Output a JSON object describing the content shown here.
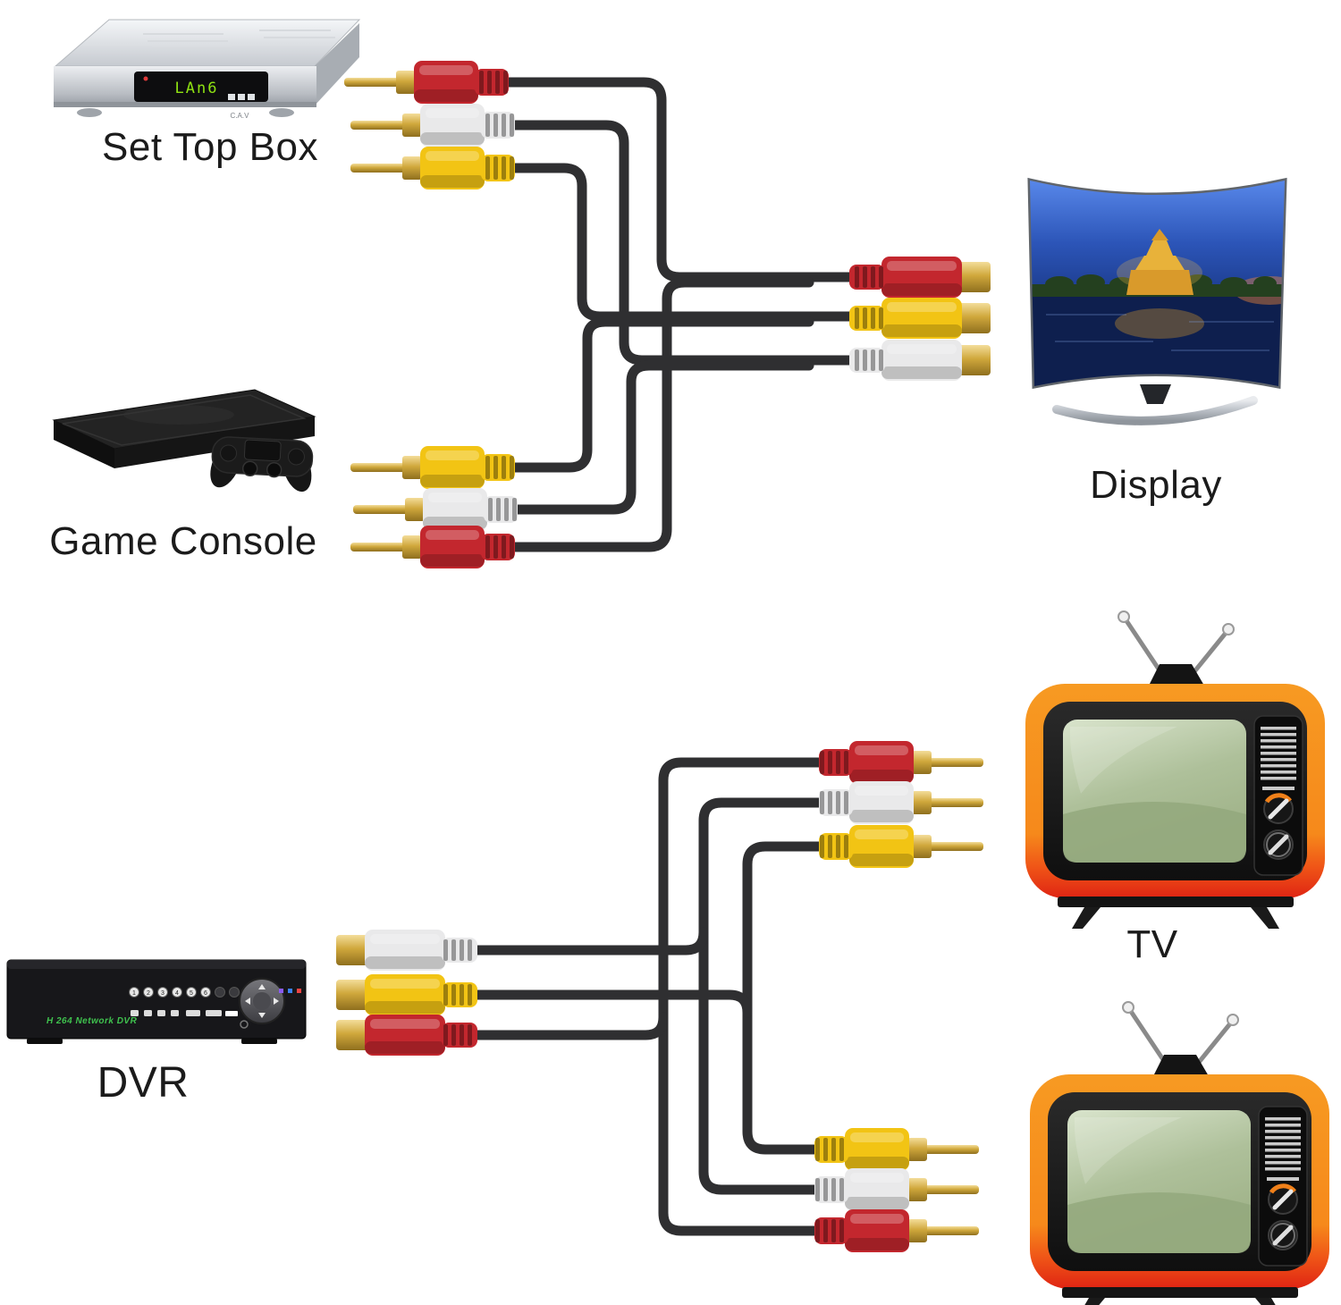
{
  "labels": {
    "set_top_box": "Set Top Box",
    "game_console": "Game Console",
    "display": "Display",
    "dvr": "DVR",
    "tv": "TV"
  },
  "set_top_box": {
    "led_text": "LAn6",
    "brand_text": "C.A.V"
  },
  "dvr_unit": {
    "panel_text": "H 264 Network DVR",
    "buttons": [
      "1",
      "2",
      "3",
      "4",
      "5",
      "6"
    ]
  },
  "connectors": {
    "set_top_box": {
      "type": "male",
      "order_top_to_bottom": [
        "red",
        "white",
        "yellow"
      ]
    },
    "display": {
      "type": "female",
      "order_top_to_bottom": [
        "red",
        "yellow",
        "white"
      ]
    },
    "game_console": {
      "type": "male",
      "order_top_to_bottom": [
        "yellow",
        "white",
        "red"
      ]
    },
    "dvr": {
      "type": "female",
      "order_top_to_bottom": [
        "white",
        "yellow",
        "red"
      ]
    },
    "tv": {
      "type": "male",
      "order_top_to_bottom": [
        "red",
        "white",
        "yellow"
      ]
    },
    "tv_2": {
      "type": "male",
      "order_top_to_bottom": [
        "yellow",
        "white",
        "red"
      ]
    }
  },
  "colors": {
    "cable": "#2f2f31",
    "rca_red": "#c3272e",
    "rca_white": "#e9e9ea",
    "rca_yellow": "#f2c414",
    "gold": "#cba43a",
    "tv_body_orange": "#f6921e",
    "tv_body_red": "#e02414",
    "tv_screen_green": "#b6c8a2",
    "display_sky_blue": "#3f6fd6",
    "led_green": "#8fe312"
  }
}
